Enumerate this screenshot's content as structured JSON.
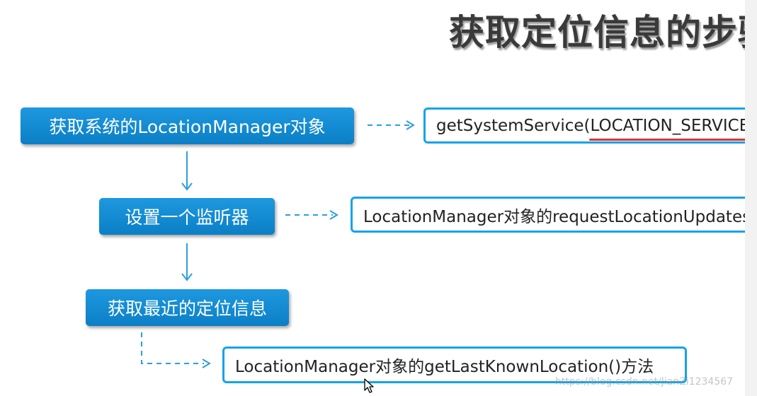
{
  "slide": {
    "title": "获取定位信息的步骤",
    "steps": [
      {
        "label": "获取系统的LocationManager对象",
        "detail": "getSystemService(LOCATION_SERVICE)"
      },
      {
        "label": "设置一个监听器",
        "detail": "LocationManager对象的requestLocationUpdates()"
      },
      {
        "label": "获取最近的定位信息",
        "detail": "LocationManager对象的getLastKnownLocation()方法"
      }
    ],
    "watermark": "https://blog.csdn.net/JianZi1234567"
  },
  "colors": {
    "accent": "#0b8fd8",
    "border": "#15a3e8",
    "underline": "#e23131"
  },
  "icons": {
    "cursor": "mouse-pointer-icon"
  }
}
